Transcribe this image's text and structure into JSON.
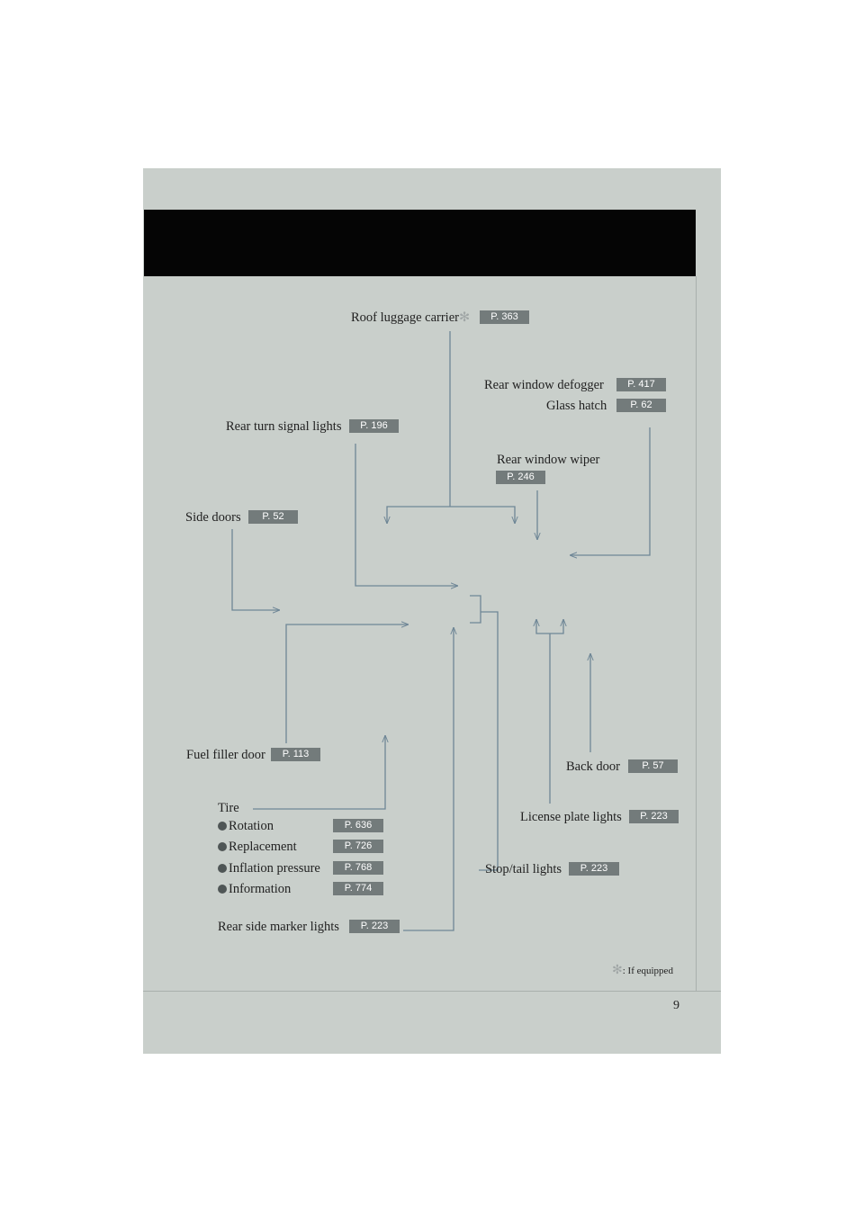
{
  "callouts": {
    "roof_luggage_carrier": {
      "label": "Roof luggage carrier",
      "page": "P. 363"
    },
    "rear_window_defogger": {
      "label": "Rear window defogger",
      "page": "P. 417"
    },
    "glass_hatch": {
      "label": "Glass hatch",
      "page": "P. 62"
    },
    "rear_turn_signal_lights": {
      "label": "Rear turn signal lights",
      "page": "P. 196"
    },
    "rear_window_wiper": {
      "label": "Rear window wiper",
      "page": "P. 246"
    },
    "side_doors": {
      "label": "Side doors",
      "page": "P. 52"
    },
    "fuel_filler_door": {
      "label": "Fuel filler door",
      "page": "P. 113"
    },
    "back_door": {
      "label": "Back door",
      "page": "P. 57"
    },
    "license_plate_lights": {
      "label": "License plate lights",
      "page": "P. 223"
    },
    "stop_tail_lights": {
      "label": "Stop/tail lights",
      "page": "P. 223"
    },
    "rear_side_marker_lights": {
      "label": "Rear side marker lights",
      "page": "P. 223"
    }
  },
  "tire": {
    "title": "Tire",
    "items": [
      {
        "label": "Rotation",
        "page": "P. 636"
      },
      {
        "label": "Replacement",
        "page": "P. 726"
      },
      {
        "label": "Inflation pressure",
        "page": "P. 768"
      },
      {
        "label": "Information",
        "page": "P. 774"
      }
    ]
  },
  "footnote": {
    "mark": "✻",
    "text": ": If equipped"
  },
  "page_number": "9",
  "colors": {
    "page_bg": "#c9cfcb",
    "header_bar": "#050505",
    "badge_bg": "#737b7b",
    "leader_line": "#6e8696"
  }
}
